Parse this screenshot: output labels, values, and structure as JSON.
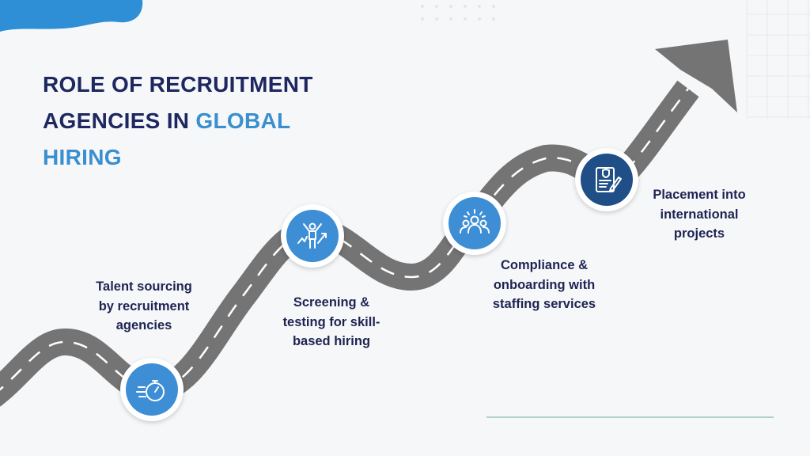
{
  "title": {
    "line1": "ROLE OF RECRUITMENT",
    "line2_part1": "AGENCIES IN ",
    "line2_accent": "GLOBAL",
    "line3": "HIRING"
  },
  "steps": [
    {
      "label": "Talent sourcing by recruitment agencies",
      "icon": "stopwatch-icon"
    },
    {
      "label": "Screening & testing for skill-based hiring",
      "icon": "person-growth-icon"
    },
    {
      "label": "Compliance & onboarding with staffing services",
      "icon": "team-icon"
    },
    {
      "label": "Placement into international projects",
      "icon": "document-check-icon"
    }
  ],
  "colors": {
    "title": "#1e2760",
    "accent": "#3a8fcf",
    "road": "#747474",
    "node_blue": "#3d8ed5",
    "node_navy": "#1f4f86"
  }
}
